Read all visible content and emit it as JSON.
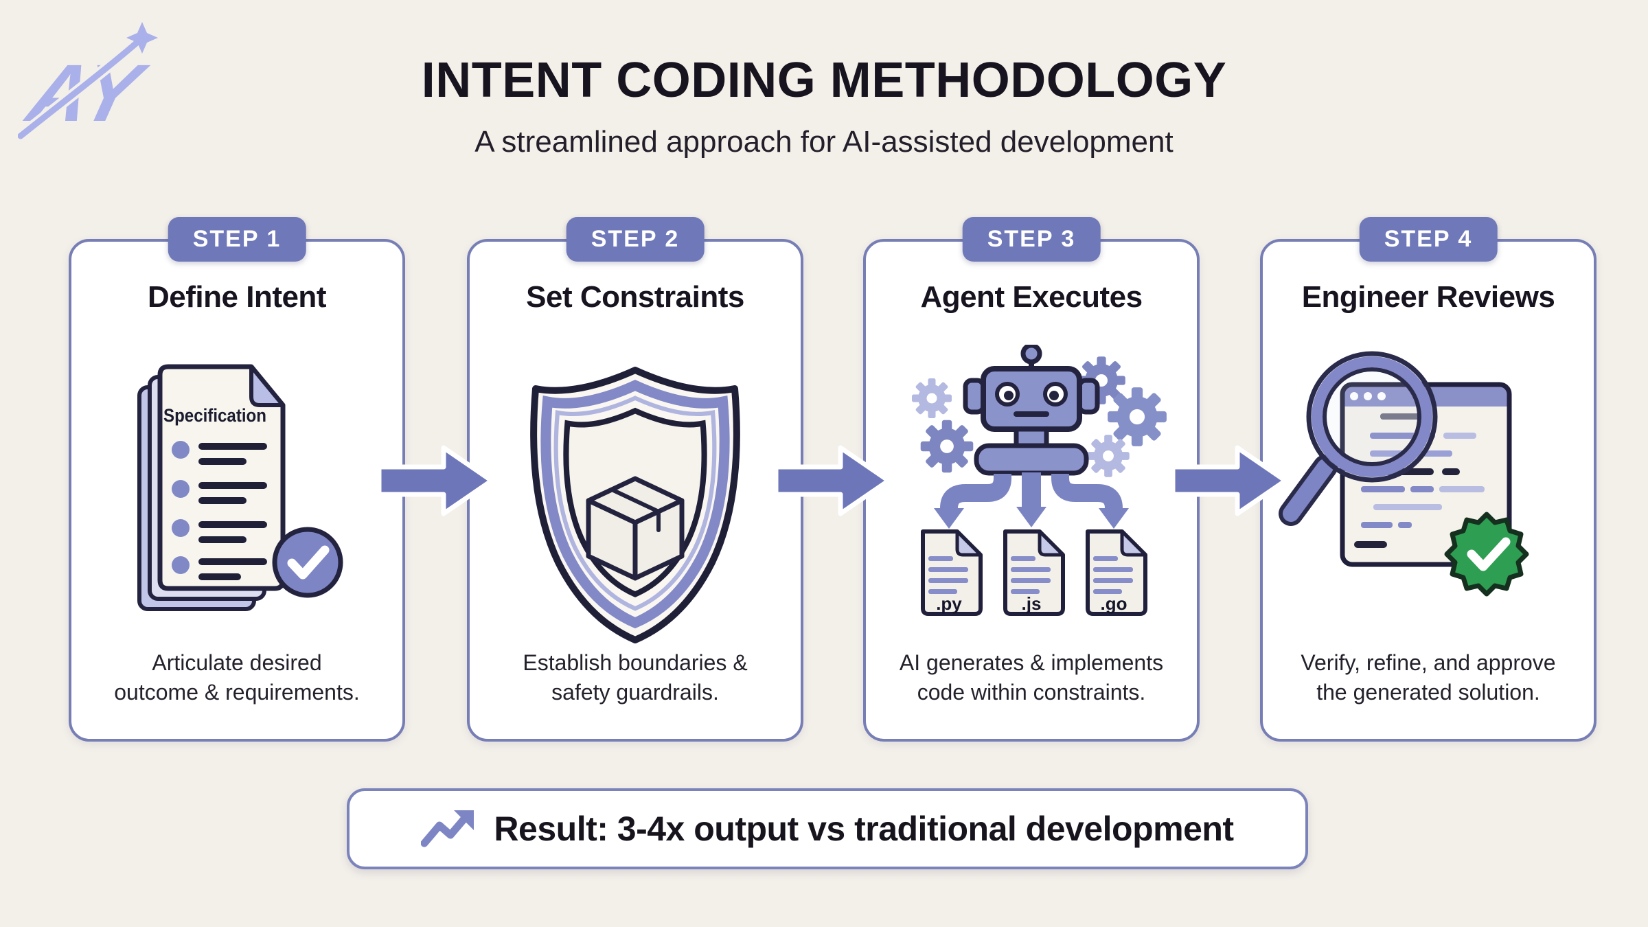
{
  "brand": {
    "logo_text": "AY"
  },
  "header": {
    "title": "INTENT CODING METHODOLOGY",
    "subtitle": "A streamlined approach for AI-assisted development"
  },
  "steps": [
    {
      "badge": "STEP 1",
      "title": "Define Intent",
      "doc_label": "Specification",
      "caption_lines": [
        "Articulate desired",
        "outcome & requirements."
      ]
    },
    {
      "badge": "STEP 2",
      "title": "Set Constraints",
      "caption_lines": [
        "Establish boundaries &",
        "safety guardrails."
      ]
    },
    {
      "badge": "STEP 3",
      "title": "Agent Executes",
      "files": [
        ".py",
        ".js",
        ".go"
      ],
      "caption_lines": [
        "AI generates & implements",
        "code within constraints."
      ]
    },
    {
      "badge": "STEP 4",
      "title": "Engineer Reviews",
      "caption_lines": [
        "Verify, refine, and approve",
        "the generated solution."
      ]
    }
  ],
  "result": {
    "text": "Result: 3-4x output vs traditional development"
  },
  "colors": {
    "background": "#f3efe9",
    "card_border": "#767eb5",
    "accent_purple": "#6f78b8",
    "arrow_purple": "#6d76b8",
    "logo_purple": "#a9b0ea",
    "title_text": "#17131f",
    "approved_green": "#2e9e53"
  }
}
